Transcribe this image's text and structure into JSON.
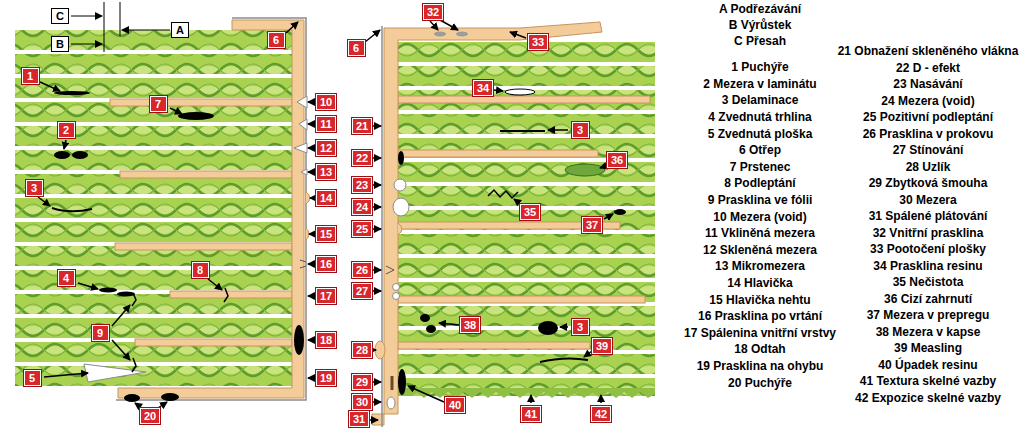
{
  "diagram": {
    "labels": [
      "C",
      "B",
      "A",
      "1",
      "2",
      "3",
      "4",
      "5",
      "6",
      "7",
      "8",
      "9",
      "10",
      "11",
      "12",
      "13",
      "14",
      "15",
      "16",
      "17",
      "18",
      "19",
      "20",
      "6",
      "32",
      "33",
      "21",
      "22",
      "23",
      "24",
      "25",
      "26",
      "27",
      "28",
      "29",
      "30",
      "31",
      "34",
      "3",
      "36",
      "35",
      "37",
      "38",
      "3",
      "39",
      "40",
      "41",
      "42",
      "A Podřezávání",
      "B Výrůstek",
      "C Přesah",
      "1 Puchýře",
      "2 Mezera v laminátu",
      "3 Delaminace",
      "4 Zvednutá trhlina",
      "5 Zvednutá ploška",
      "6 Otřep",
      "7 Prstenec",
      "8 Podleptání",
      "9 Prasklina ve fólii",
      "10 Mezera (void)",
      "11 Vkliněná mezera",
      "12 Skleněná mezera",
      "13 Mikromezera",
      "14 Hlavička",
      "15 Hlavička nehtu",
      "16 Prasklina po vrtání",
      "17 Spálenina vnitřní vrstvy",
      "18 Odtah",
      "19 Prasklina na ohybu",
      "20 Puchýře",
      "21 Obnažení skleněného vlákna",
      "22 D - efekt",
      "23 Nasávání",
      "24 Mezera (void)",
      "25 Pozitivní podleptání",
      "26 Prasklina v prokovu",
      "27 Stínování",
      "28 Uzlík",
      "29 Zbytková šmouha",
      "30 Mezera",
      "31 Spálené plátování",
      "32 Vnitřní prasklina",
      "33 Pootočení plošky",
      "34 Prasklina resinu",
      "35 Nečistota",
      "36 Cizí zahrnutí",
      "37 Mezera v prepregu",
      "38 Mezera v kapse",
      "39 Measling",
      "40 Úpadek resinu",
      "41 Textura skelné vazby",
      "42 Expozice skelné vazby"
    ]
  }
}
